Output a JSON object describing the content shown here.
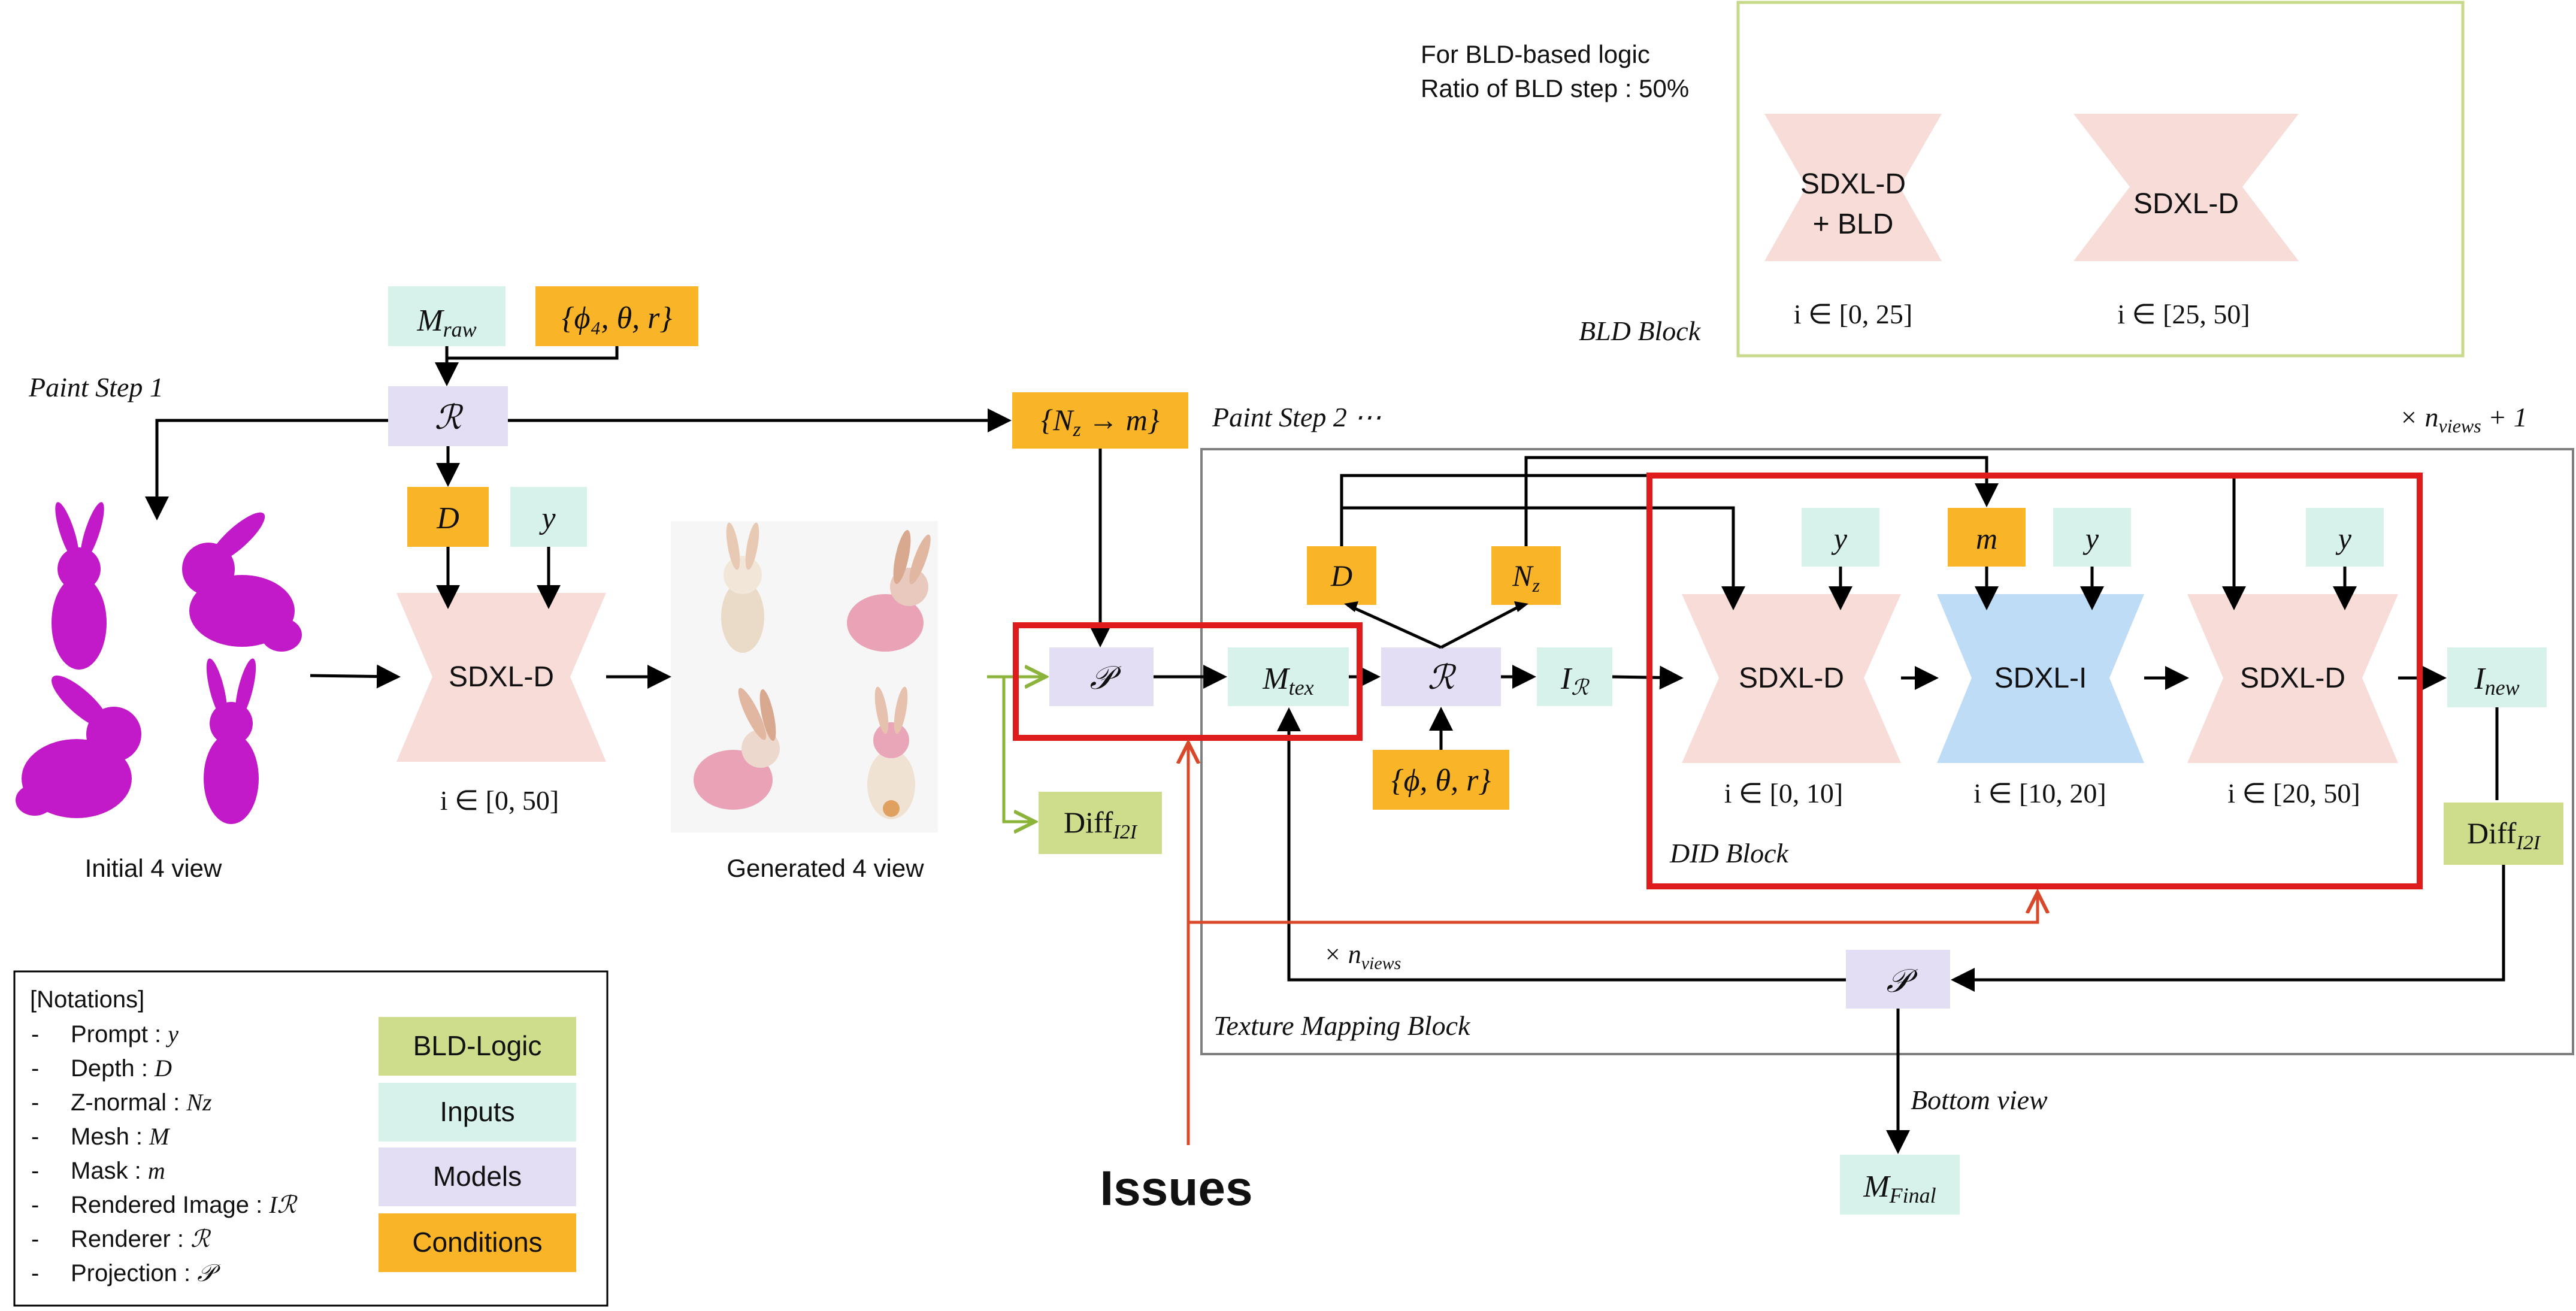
{
  "colors": {
    "input": "#d6f2ea",
    "model": "#e3def3",
    "condition": "#f9b428",
    "bld_logic": "#cddd8c",
    "sdxl_d": "#f7dcd8",
    "sdxl_i": "#bfdcf7",
    "highlight": "#e01b1b",
    "issue": "#d9482b"
  },
  "header": {
    "line1": "For BLD-based logic",
    "line2": "Ratio of BLD step : 50%"
  },
  "bld_block": {
    "label": "BLD Block",
    "model1": {
      "line1": "SDXL-D",
      "line2": "+ BLD",
      "range": "i ∈ [0, 25]"
    },
    "model2": {
      "label": "SDXL-D",
      "range": "i ∈ [25, 50]"
    }
  },
  "step1": {
    "label": "Paint Step 1",
    "m_raw": {
      "base": "M",
      "sub": "raw"
    },
    "camera": "{ϕ₄, θ, r}",
    "renderer": "ℛ",
    "depth": "D",
    "prompt": "y",
    "model": {
      "label": "SDXL-D",
      "range": "i ∈ [0, 50]"
    },
    "initial_caption": "Initial 4 view",
    "generated_caption": "Generated 4 view",
    "nz_to_m": "{N",
    "nz_to_m_sub": "z",
    "nz_to_m_rest": " → m}",
    "diff": {
      "base": "Diff",
      "sub": "I2I"
    }
  },
  "step2": {
    "label": "Paint Step 2 ⋯",
    "repeat": {
      "base": "× n",
      "sub": "views",
      "rest": " + 1"
    },
    "projection": "𝒫",
    "m_tex": {
      "base": "M",
      "sub": "tex"
    },
    "renderer": "ℛ",
    "camera": "{ϕ, θ, r}",
    "depth": "D",
    "normal": {
      "base": "N",
      "sub": "z"
    },
    "rendered": {
      "base": "I",
      "sub": "ℛ"
    },
    "did_block": {
      "label": "DID Block",
      "model1": {
        "label": "SDXL-D",
        "range": "i ∈ [0, 10]"
      },
      "model2": {
        "label": "SDXL-I",
        "range": "i ∈ [10, 20]"
      },
      "model3": {
        "label": "SDXL-D",
        "range": "i ∈ [20, 50]"
      },
      "prompt": "y",
      "mask": "m"
    },
    "i_new": {
      "base": "I",
      "sub": "new"
    },
    "diff": {
      "base": "Diff",
      "sub": "I2I"
    },
    "loop": {
      "base": "× n",
      "sub": "views"
    },
    "projection2": "𝒫",
    "texture_block": "Texture Mapping Block",
    "bottom_view": "Bottom view",
    "m_final": {
      "base": "M",
      "sub": "Final"
    }
  },
  "issues": "Issues",
  "notations": {
    "title": "[Notations]",
    "items": [
      {
        "label": "Prompt : ",
        "symbol": "y"
      },
      {
        "label": "Depth : ",
        "symbol": "D"
      },
      {
        "label": "Z-normal : ",
        "symbol": "Nz"
      },
      {
        "label": "Mesh : ",
        "symbol": "M"
      },
      {
        "label": "Mask : ",
        "symbol": "m"
      },
      {
        "label": "Rendered Image : ",
        "symbol": "Iℛ"
      },
      {
        "label": "Renderer : ",
        "symbol": "ℛ"
      },
      {
        "label": "Projection : ",
        "symbol": "𝒫"
      }
    ],
    "legend": [
      "BLD-Logic",
      "Inputs",
      "Models",
      "Conditions"
    ]
  }
}
